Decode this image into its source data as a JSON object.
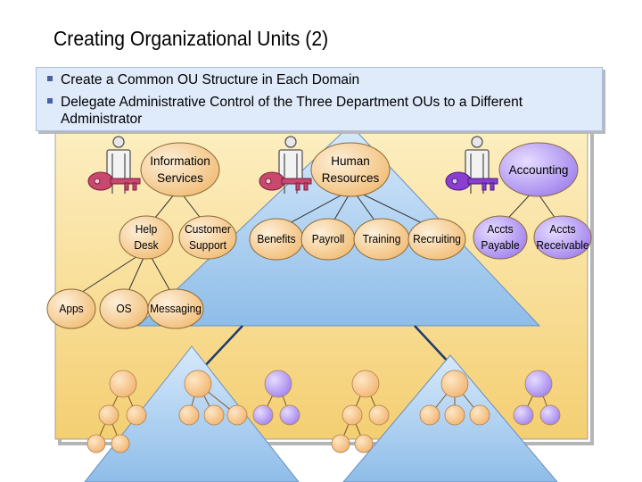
{
  "title": "Creating Organizational Units (2)",
  "bullets": [
    {
      "text": "Create a Common OU Structure in Each Domain"
    },
    {
      "text": "Delegate Administrative Control of the Three Department OUs to a Different",
      "continuation": "Administrator"
    }
  ],
  "departments": [
    {
      "label": "Information Services",
      "line1": "Information",
      "line2": "Services",
      "admin_color": "#c8486e"
    },
    {
      "label": "Human Resources",
      "line1": "Human",
      "line2": "Resources",
      "admin_color": "#c8486e"
    },
    {
      "label": "Accounting",
      "admin_color": "#8a3fd0"
    }
  ],
  "ou_labels": {
    "help_desk": [
      "Help",
      "Desk"
    ],
    "customer_support": [
      "Customer",
      "Support"
    ],
    "apps": "Apps",
    "os": "OS",
    "messaging": "Messaging",
    "benefits": "Benefits",
    "payroll": "Payroll",
    "training": "Training",
    "recruiting": "Recruiting",
    "accts_payable": [
      "Accts",
      "Payable"
    ],
    "accts_receivable": [
      "Accts",
      "Receivable"
    ]
  },
  "colors": {
    "ou_circle": "#f6cf8f",
    "accounting_circle": "#b99af2",
    "forest_background": "#f7dc8e",
    "domain_triangle": "#9ec6ee",
    "bullet_box": "#dfeafa"
  }
}
